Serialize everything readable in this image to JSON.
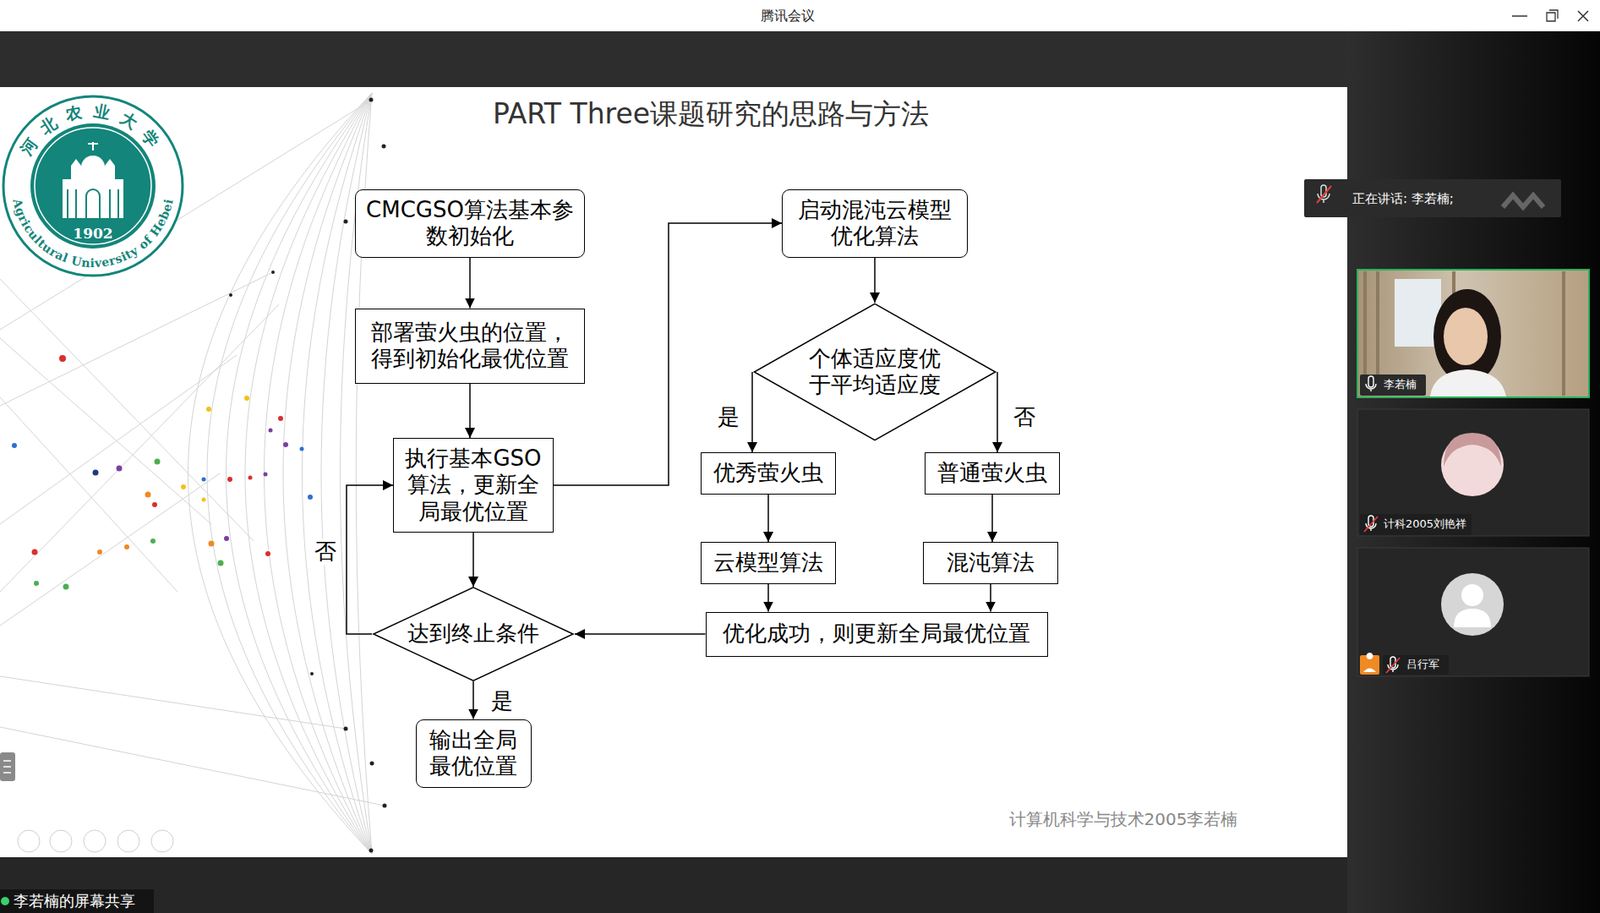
{
  "diagram": {
    "title": "PART Three课题研究的思路与方法",
    "nodes": [
      {
        "text": [
          "CMCGSO算法基本参数初始化"
        ]
      },
      {
        "text": [
          "部署萤火虫的位置，得到初始化最优位置"
        ]
      },
      {
        "text": [
          "执行基本GSO算法，更新全局最优位置"
        ]
      },
      {
        "text": [
          "达到终止条件"
        ]
      },
      {
        "text": [
          "输出全局最优位置"
        ]
      },
      {
        "text": [
          "启动混沌云模型优化算法"
        ]
      },
      {
        "text": [
          "个体适应度优于平均适应度"
        ]
      },
      {
        "text": [
          "优秀萤火虫"
        ]
      },
      {
        "text": [
          "普通萤火虫"
        ]
      },
      {
        "text": [
          "云模型算法"
        ]
      },
      {
        "text": [
          "混沌算法"
        ]
      },
      {
        "text": [
          "优化成功，则更新全局最优位置"
        ]
      }
    ],
    "edges": [
      {
        "from": 0,
        "to": 1,
        "arrow": "to"
      },
      {
        "from": 1,
        "to": 2,
        "arrow": "to"
      },
      {
        "from": 2,
        "to": 3,
        "arrow": "to"
      },
      {
        "from": 3,
        "to": 2,
        "label": "否",
        "arrow": "to"
      },
      {
        "from": 3,
        "to": 4,
        "label": "是",
        "arrow": "to"
      },
      {
        "from": 2,
        "to": 5,
        "arrow": "to"
      },
      {
        "from": 5,
        "to": 6,
        "arrow": "to"
      },
      {
        "from": 6,
        "to": 7,
        "label": "是",
        "arrow": "to"
      },
      {
        "from": 6,
        "to": 8,
        "label": "否",
        "arrow": "to"
      },
      {
        "from": 7,
        "to": 9,
        "arrow": "to"
      },
      {
        "from": 8,
        "to": 10,
        "arrow": "to"
      },
      {
        "from": 9,
        "to": 11,
        "arrow": "to"
      },
      {
        "from": 10,
        "to": 11,
        "arrow": "to"
      },
      {
        "from": 11,
        "to": 3,
        "arrow": "to"
      }
    ],
    "labels": [
      "腾讯会议",
      "河北农业大学",
      "Agricultural University of Hebei",
      "1902",
      "计算机科学与技术2005李若楠",
      "正在讲话: 李若楠;",
      "李若楠",
      "计科2005刘艳祥",
      "吕行军",
      "李若楠的屏幕共享"
    ]
  }
}
